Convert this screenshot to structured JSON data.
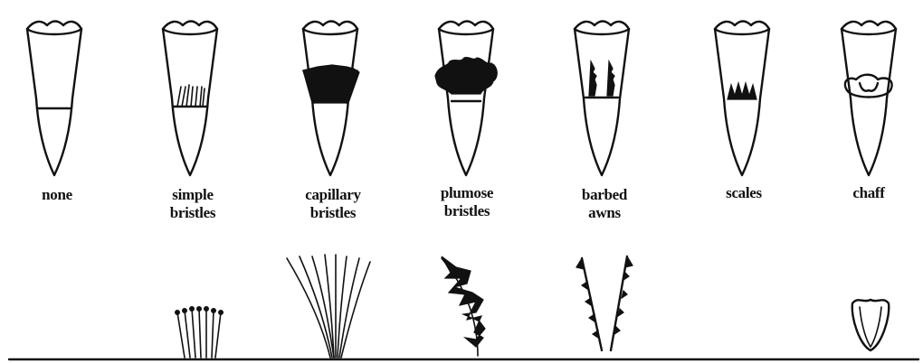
{
  "types": [
    {
      "id": "none",
      "label": "none"
    },
    {
      "id": "simple-bristles",
      "label_line1": "simple",
      "label_line2": "bristles"
    },
    {
      "id": "capillary-bristles",
      "label_line1": "capillary",
      "label_line2": "bristles"
    },
    {
      "id": "plumose-bristles",
      "label_line1": "plumose",
      "label_line2": "bristles"
    },
    {
      "id": "barbed-awns",
      "label_line1": "barbed",
      "label_line2": "awns"
    },
    {
      "id": "scales",
      "label": "scales"
    },
    {
      "id": "chaff",
      "label": "chaff"
    }
  ]
}
